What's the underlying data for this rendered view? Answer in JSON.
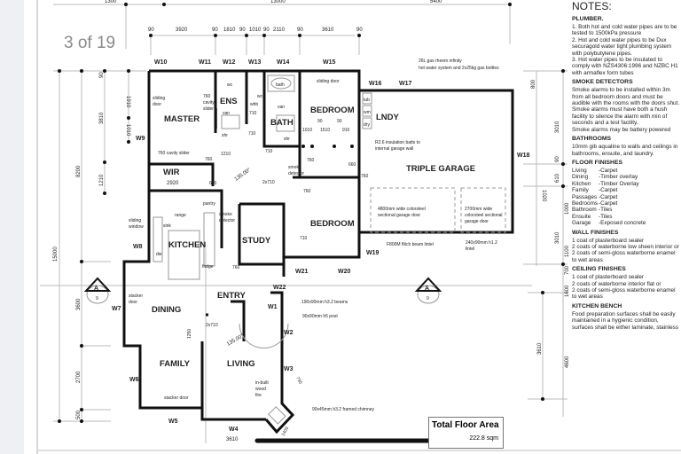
{
  "viewer": {
    "page_indicator": "3 of 19"
  },
  "plan": {
    "top_dims_outer": [
      "1300",
      "13000",
      "5400"
    ],
    "top_dims": [
      "90",
      "3920",
      "90",
      "1810",
      "90",
      "1010",
      "90",
      "2110",
      "90",
      "3610",
      "90"
    ],
    "windows": {
      "W1": "W1",
      "W2": "W2",
      "W3": "W3",
      "W4": "W4",
      "W5": "W5",
      "W6": "W6",
      "W7": "W7",
      "W8": "W8",
      "W9": "W9",
      "W10": "W10",
      "W11": "W11",
      "W12": "W12",
      "W13": "W13",
      "W14": "W14",
      "W15": "W15",
      "W16": "W16",
      "W17": "W17",
      "W18": "W18",
      "W19": "W19",
      "W20": "W20",
      "W21": "W21",
      "W22": "W22"
    },
    "rooms": {
      "master": "MASTER",
      "ens": "ENS",
      "bath": "BATH",
      "bedroom1": "BEDROOM",
      "lndy": "LNDY",
      "garage": "TRIPLE GARAGE",
      "wir": "WIR",
      "kitchen": "KITCHEN",
      "study": "STUDY",
      "bedroom2": "BEDROOM",
      "entry": "ENTRY",
      "dining": "DINING",
      "family": "FAMILY",
      "living": "LIVING"
    },
    "labels": {
      "gas": "26L gas rheem infinity",
      "gas2": "hot water system and 2x25kg gas bottles",
      "sliding_door_master": "sliding",
      "sliding_door_master2": "door",
      "cavity_760": "760",
      "cavity_word": "cavity",
      "slider_word": "slider",
      "sliding_door_bed": "sliding door",
      "wc1": "wc",
      "wc2": "wc",
      "whb": "whb",
      "van1": "van",
      "van2": "van",
      "shr1": "shr",
      "shr2": "shr",
      "bath": "bath",
      "tub": "tub",
      "wm": "wm",
      "dry": "dry",
      "d710a": "710",
      "d710b": "710",
      "d710c": "710",
      "d710d": "710",
      "d760a": "760",
      "d760b": "760",
      "d760c": "760",
      "d760d": "760",
      "d760e": "760",
      "d660a": "660",
      "d660b": "660",
      "d1010": "1010",
      "d1510": "1510",
      "d910": "910",
      "d90a": "90",
      "d90b": "90",
      "d1210": "1210",
      "cavity_slider": "760 cavity slider",
      "wir_size": "2920",
      "angle1": "135.00°",
      "angle2": "135.00°",
      "twox710a": "2x710",
      "twox710b": "2x710",
      "smoke1": "smoke",
      "smoke1b": "detector",
      "smoke2": "smoke",
      "smoke2b": "detector",
      "insulation": "R2.6 insulation batts to",
      "insulation2": "internal garage wall",
      "gd1": "4800mm wide colorsteel",
      "gd1b": "sectional garage door",
      "gd2": "2700mm wide",
      "gd2b": "colorsteel sectional",
      "gd2c": "garage door",
      "lintel1": "F800M flitch beam lintel",
      "lintel2": "240x90mm h1.2",
      "lintel2b": "lintel",
      "pantry": "pantry",
      "range": "range",
      "sink": "sink",
      "dw": "dw",
      "fridge": "fridge",
      "sliding_window": "sliding",
      "sliding_window2": "window",
      "stacker1": "stacker",
      "stacker1b": "door",
      "stacker2": "stacker door",
      "beams": "190x90mm h3.2 beams",
      "post": "90x90mm h5 post",
      "fire": "in-built",
      "fire2": "wood",
      "fire3": "fire",
      "chimney": "90x45mm h3.2 framed chimney",
      "d1250": "1250",
      "d730": "730",
      "d1400": "1400",
      "w4_dim": "3610",
      "section_letter": "A",
      "section_sheet": "9"
    },
    "left_dims": {
      "overall": "15000",
      "a": "8200",
      "b": "3600",
      "c": "2700",
      "d": "500",
      "e": "3810",
      "f": "1210",
      "g": "1910",
      "h": "1010",
      "n90": "90"
    },
    "right_dims": {
      "a": "800",
      "b": "3010",
      "c": "1020",
      "d": "1000",
      "e": "3010",
      "f": "1100",
      "g": "700",
      "h": "1600",
      "i": "4600",
      "j": "3610",
      "n90": "90",
      "k": "610"
    }
  },
  "total_floor_area": {
    "title": "Total Floor Area",
    "value": "222.8 sqm"
  },
  "notes": {
    "title": "NOTES:",
    "plumber": {
      "heading": "PLUMBER.",
      "lines": [
        "1. Both hot and cold water pipes are to be tested to 1500kPa pressure",
        "2. Hot and cold water pipes to be Dux securagold water tight plumbing system with polybutylene pipes.",
        "3. Hot water pipes to be insulated to comply with NZS4306:1996 and NZBC H1 with armaflex form tubes"
      ]
    },
    "smoke": {
      "heading": "SMOKE DETECTORS",
      "lines": [
        "Smoke alarms to be installed within 3m from all bedroom doors and must be audible with the rooms with the doors shut.",
        "Smoke alarms must have both a hush facility to silence the alarm with min of seconds and a test facility.",
        "Smoke alarms may be battery powered"
      ]
    },
    "bathrooms": {
      "heading": "BATHROOMS",
      "lines": [
        "10mm gib aqualine to walls and ceilings in bathrooms, ensuite, and laundry."
      ]
    },
    "floor": {
      "heading": "FLOOR FINISHES",
      "items": [
        [
          "Living",
          "-Carpet"
        ],
        [
          "Dining",
          "-Timber overlay"
        ],
        [
          "Kitchen",
          "-Timber Overlay"
        ],
        [
          "Family",
          "-Carpet"
        ],
        [
          "Passages",
          "-Carpet"
        ],
        [
          "Bedrooms",
          "-Carpet"
        ],
        [
          "Bathroom",
          "-Tiles"
        ],
        [
          "Ensuite",
          "-Tiles"
        ],
        [
          "Garage",
          "-Exposed concrete"
        ]
      ]
    },
    "wall": {
      "heading": "WALL FINISHES",
      "lines": [
        "1 coat of plasterboard sealer",
        "2 coats of waterborne low sheen interior or 2 coats of semi-gloss waterborne enamel to wet areas"
      ]
    },
    "ceiling": {
      "heading": "CEILING FINISHES",
      "lines": [
        "1 coat of plasterboard sealer",
        "2 coats of waterborne interior flat or",
        "2 coats of semi-gloss waterborne enamel to wet areas"
      ]
    },
    "bench": {
      "heading": "KITCHEN BENCH",
      "lines": [
        "Food preparation surfaces shall be easily maintained in a hygienic condition, surfaces shall be either laminate, stainless"
      ]
    }
  }
}
